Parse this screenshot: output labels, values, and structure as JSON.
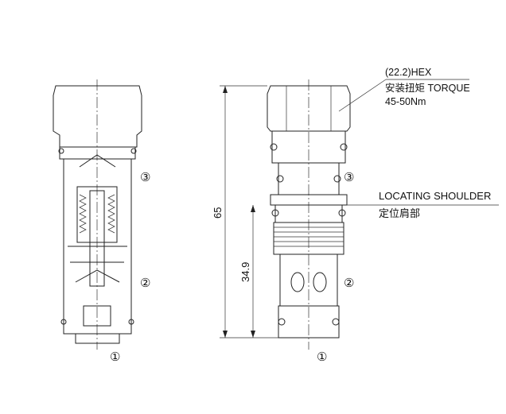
{
  "annotations": {
    "hex": "(22.2)HEX",
    "torque_cn": "安装扭矩 TORQUE",
    "torque_value": "45-50Nm",
    "shoulder": "LOCATING SHOULDER",
    "shoulder_cn": "定位肩部"
  },
  "dimensions": {
    "overall_length": "65",
    "shoulder_to_end": "34.9"
  },
  "ports": {
    "port1": "①",
    "port2": "②",
    "port3": "③"
  }
}
